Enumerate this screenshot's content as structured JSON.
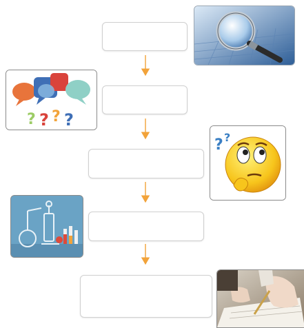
{
  "steps": [
    {
      "text": ""
    },
    {
      "text": ""
    },
    {
      "text": ""
    },
    {
      "text": ""
    },
    {
      "text": ""
    }
  ],
  "images": [
    {
      "icon": "magnifier-on-keyboard"
    },
    {
      "icon": "speech-bubbles-question-marks"
    },
    {
      "icon": "thinking-emoji"
    },
    {
      "icon": "laboratory-equipment"
    },
    {
      "icon": "hand-writing"
    }
  ],
  "colors": {
    "arrow": "#f2a33a",
    "box_border": "#cfcfcf",
    "frame_border": "#8a8a8a"
  }
}
